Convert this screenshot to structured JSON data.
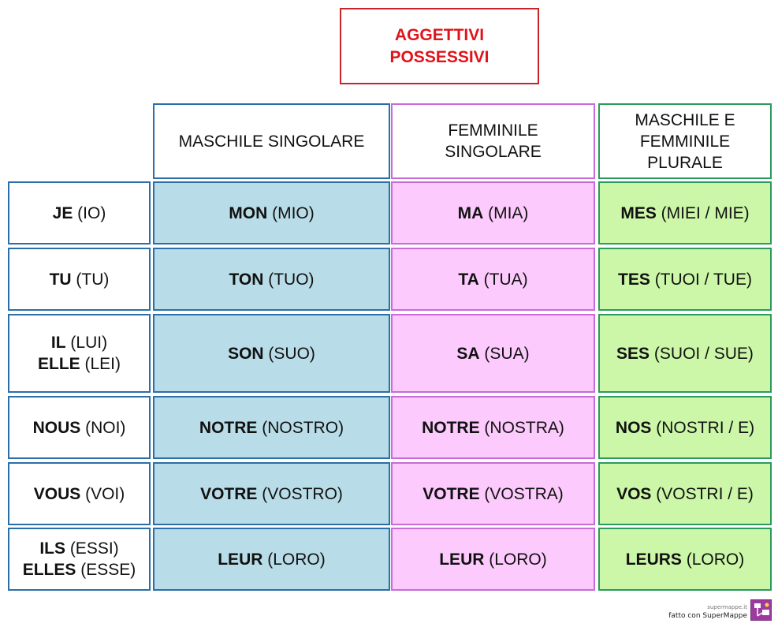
{
  "title": {
    "line1": "AGGETTIVI",
    "line2": "POSSESSIVI"
  },
  "headers": {
    "masc_sing": [
      "MASCHILE SINGOLARE"
    ],
    "fem_sing": [
      "FEMMINILE",
      "SINGOLARE"
    ],
    "plural": [
      "MASCHILE E",
      "FEMMINILE",
      "PLURALE"
    ]
  },
  "rows": [
    {
      "subject": [
        {
          "bold": "JE",
          "rest": " (IO)"
        }
      ],
      "masc": {
        "bold": "MON",
        "rest": " (MIO)"
      },
      "fem": {
        "bold": "MA",
        "rest": " (MIA)"
      },
      "plural": {
        "bold": "MES",
        "rest": " (MIEI / MIE)"
      }
    },
    {
      "subject": [
        {
          "bold": "TU",
          "rest": " (TU)"
        }
      ],
      "masc": {
        "bold": "TON",
        "rest": " (TUO)"
      },
      "fem": {
        "bold": "TA",
        "rest": " (TUA)"
      },
      "plural": {
        "bold": "TES",
        "rest": " (TUOI / TUE)"
      }
    },
    {
      "subject": [
        {
          "bold": "IL",
          "rest": " (LUI)"
        },
        {
          "bold": "ELLE",
          "rest": " (LEI)"
        }
      ],
      "masc": {
        "bold": "SON",
        "rest": " (SUO)"
      },
      "fem": {
        "bold": "SA",
        "rest": " (SUA)"
      },
      "plural": {
        "bold": "SES",
        "rest": " (SUOI / SUE)"
      }
    },
    {
      "subject": [
        {
          "bold": "NOUS",
          "rest": " (NOI)"
        }
      ],
      "masc": {
        "bold": "NOTRE",
        "rest": " (NOSTRO)"
      },
      "fem": {
        "bold": "NOTRE",
        "rest": " (NOSTRA)"
      },
      "plural": {
        "bold": "NOS",
        "rest": " (NOSTRI / E)"
      }
    },
    {
      "subject": [
        {
          "bold": "VOUS",
          "rest": " (VOI)"
        }
      ],
      "masc": {
        "bold": "VOTRE",
        "rest": " (VOSTRO)"
      },
      "fem": {
        "bold": "VOTRE",
        "rest": " (VOSTRA)"
      },
      "plural": {
        "bold": "VOS",
        "rest": " (VOSTRI / E)"
      }
    },
    {
      "subject": [
        {
          "bold": "ILS",
          "rest": " (ESSI)"
        },
        {
          "bold": "ELLES",
          "rest": " (ESSE)"
        }
      ],
      "masc": {
        "bold": "LEUR",
        "rest": " (LORO)"
      },
      "fem": {
        "bold": "LEUR",
        "rest": " (LORO)"
      },
      "plural": {
        "bold": "LEURS",
        "rest": " (LORO)"
      }
    }
  ],
  "footer": {
    "site": "supermappe.it",
    "credit": "fatto con SuperMappe"
  },
  "colors": {
    "title_text": "#e0141b",
    "title_border": "#c8242b",
    "masc_fill": "#b9dde8",
    "fem_fill": "#fccafc",
    "plural_fill": "#ccf7a8",
    "masc_border": "#2b6ea8",
    "fem_border": "#c86bd8",
    "plural_border": "#2c9a5c"
  }
}
